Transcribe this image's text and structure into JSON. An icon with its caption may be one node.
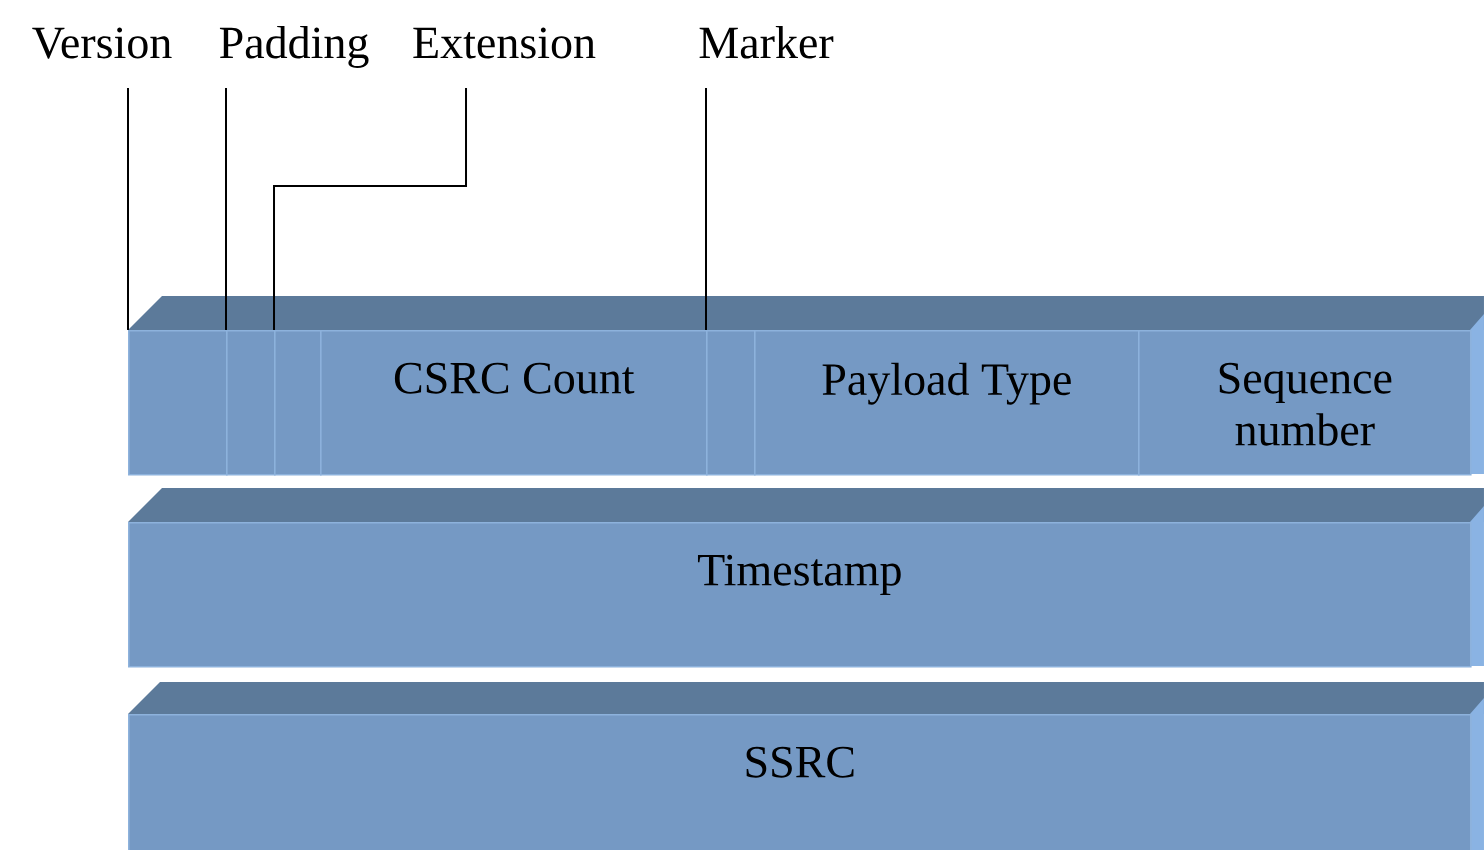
{
  "diagram": {
    "nodes": [
      {
        "text": [
          "Version"
        ]
      },
      {
        "text": [
          "Padding"
        ]
      },
      {
        "text": [
          "Extension"
        ]
      },
      {
        "text": [
          "Marker"
        ]
      },
      {
        "text": [],
        "shape": "box"
      },
      {
        "text": [],
        "shape": "box"
      },
      {
        "text": [],
        "shape": "box"
      },
      {
        "text": [
          "CSRC Count"
        ]
      },
      {
        "text": [],
        "shape": "box"
      },
      {
        "text": [
          "Payload  Type"
        ]
      },
      {
        "text": [
          "Sequence number"
        ]
      },
      {
        "text": [
          "Timestamp"
        ]
      },
      {
        "text": [
          "SSRC"
        ]
      }
    ],
    "edges": [
      {
        "from": 0,
        "to": 4,
        "arrow": "none"
      },
      {
        "from": 1,
        "to": 5,
        "arrow": "none"
      },
      {
        "from": 2,
        "to": 6,
        "arrow": "none"
      },
      {
        "from": 3,
        "to": 8,
        "arrow": "none"
      }
    ]
  }
}
